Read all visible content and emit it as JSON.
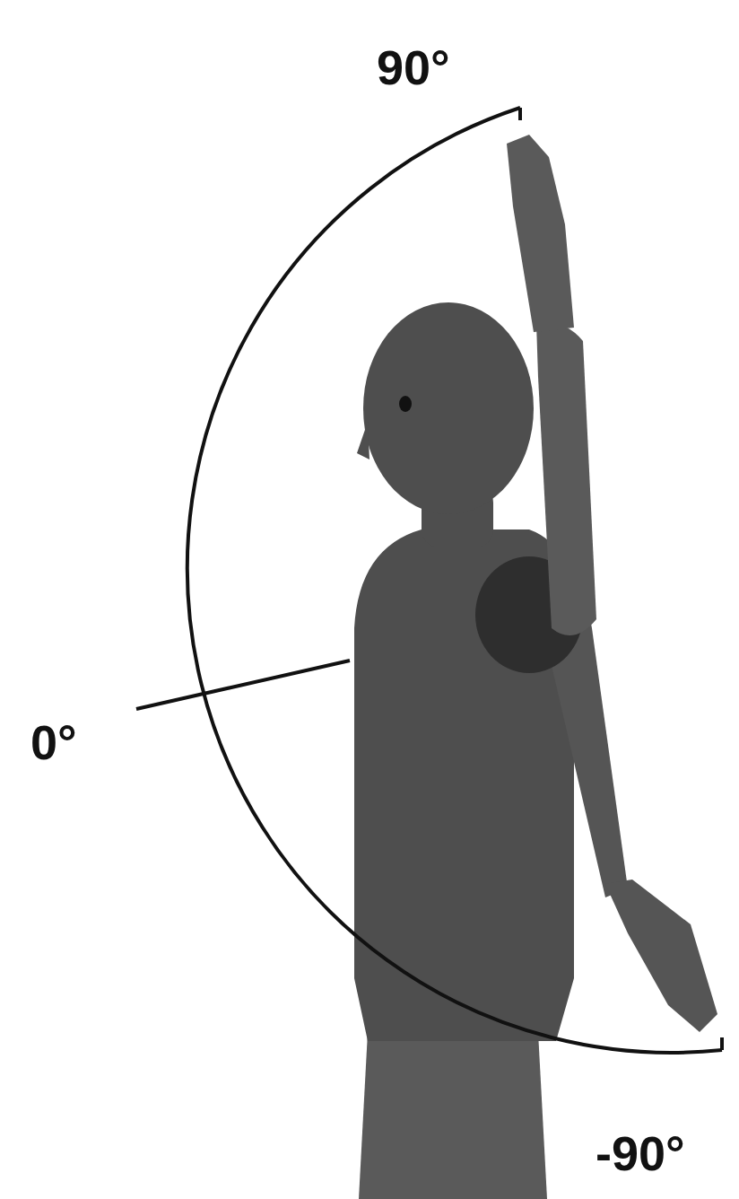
{
  "diagram": {
    "labels": [
      "90°",
      "0°",
      "-90°"
    ]
  }
}
